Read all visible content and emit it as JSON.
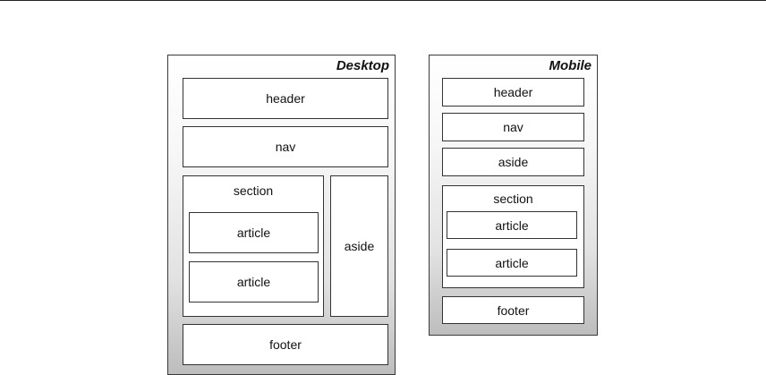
{
  "desktop": {
    "title": "Desktop",
    "header": "header",
    "nav": "nav",
    "section": {
      "label": "section",
      "articles": [
        "article",
        "article"
      ]
    },
    "aside": "aside",
    "footer": "footer"
  },
  "mobile": {
    "title": "Mobile",
    "header": "header",
    "nav": "nav",
    "aside": "aside",
    "section": {
      "label": "section",
      "articles": [
        "article",
        "article"
      ]
    },
    "footer": "footer"
  }
}
